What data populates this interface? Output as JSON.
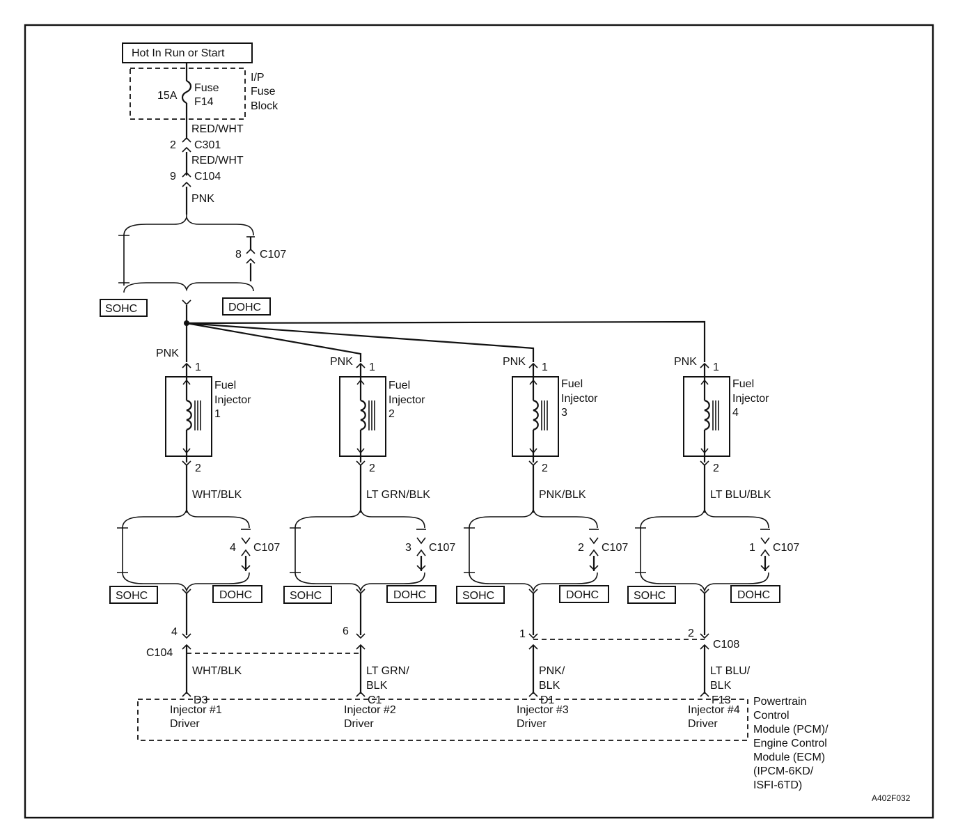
{
  "power": {
    "label": "Hot In Run or Start"
  },
  "fuse_block": {
    "amp": "15A",
    "line1": "Fuse",
    "line2": "F14",
    "block_line1": "I/P",
    "block_line2": "Fuse",
    "block_line3": "Block"
  },
  "feed": {
    "wire1": "RED/WHT",
    "c301_pin": "2",
    "c301": "C301",
    "wire2": "RED/WHT",
    "c104_pin": "9",
    "c104": "C104",
    "wire3": "PNK",
    "c107_pin": "8",
    "c107": "C107",
    "sohc": "SOHC",
    "dohc": "DOHC"
  },
  "injectors": [
    {
      "feed_wire": "PNK",
      "pin1": "1",
      "title": "Fuel",
      "line2": "Injector",
      "num": "1",
      "pin2": "2",
      "out_wire": "WHT/BLK",
      "c107_pin": "4",
      "c107": "C107",
      "sohc": "SOHC",
      "dohc": "DOHC",
      "conn_pin": "4",
      "conn": "C104",
      "pcm_wire1": "WHT/BLK",
      "pcm_wire2": "",
      "pcm_pin": "D3",
      "driver1": "Injector #1",
      "driver2": "Driver"
    },
    {
      "feed_wire": "PNK",
      "pin1": "1",
      "title": "Fuel",
      "line2": "Injector",
      "num": "2",
      "pin2": "2",
      "out_wire": "LT GRN/BLK",
      "c107_pin": "3",
      "c107": "C107",
      "sohc": "SOHC",
      "dohc": "DOHC",
      "conn_pin": "6",
      "conn": "",
      "pcm_wire1": "LT GRN/",
      "pcm_wire2": "BLK",
      "pcm_pin": "C1",
      "driver1": "Injector #2",
      "driver2": "Driver"
    },
    {
      "feed_wire": "PNK",
      "pin1": "1",
      "title": "Fuel",
      "line2": "Injector",
      "num": "3",
      "pin2": "2",
      "out_wire": "PNK/BLK",
      "c107_pin": "2",
      "c107": "C107",
      "sohc": "SOHC",
      "dohc": "DOHC",
      "conn_pin": "1",
      "conn": "",
      "pcm_wire1": "PNK/",
      "pcm_wire2": "BLK",
      "pcm_pin": "D1",
      "driver1": "Injector #3",
      "driver2": "Driver"
    },
    {
      "feed_wire": "PNK",
      "pin1": "1",
      "title": "Fuel",
      "line2": "Injector",
      "num": "4",
      "pin2": "2",
      "out_wire": "LT BLU/BLK",
      "c107_pin": "1",
      "c107": "C107",
      "sohc": "SOHC",
      "dohc": "DOHC",
      "conn_pin": "2",
      "conn": "C108",
      "pcm_wire1": "LT BLU/",
      "pcm_wire2": "BLK",
      "pcm_pin": "F13",
      "driver1": "Injector #4",
      "driver2": "Driver"
    }
  ],
  "pcm": {
    "lines": [
      "Powertrain",
      "Control",
      "Module (PCM)/",
      "Engine Control",
      "Module (ECM)",
      "(IPCM-6KD/",
      "ISFI-6TD)"
    ]
  },
  "figure_id": "A402F032"
}
